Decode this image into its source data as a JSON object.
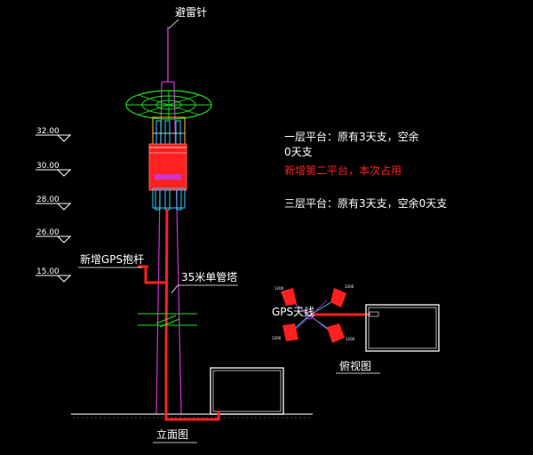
{
  "labels": {
    "lightning_rod": "避雷针",
    "new_gps_pole": "新增GPS抱杆",
    "tower_name": "35米单管塔",
    "elevation_view": "立面图",
    "gps_antenna": "GPS天线",
    "plan_view": "俯视图"
  },
  "elevations": [
    "32.00",
    "30.00",
    "28.00",
    "26.00",
    "15.00"
  ],
  "notes": {
    "platform1_line1": "一层平台：原有3天支，空余",
    "platform1_line2": "0天支",
    "platform2": "新增第二平台，本次占用",
    "platform3": "三层平台：原有3天支，空余0天支"
  },
  "plan_tags": [
    "1200",
    "1200",
    "1200",
    "1200"
  ],
  "colors": {
    "background": "#000000",
    "tower": "#cc33cc",
    "highlight": "#ff2020",
    "platform": "#22dd22",
    "antenna": "#33ccff",
    "text": "#ffffff",
    "cabinet": "#dddddd"
  }
}
